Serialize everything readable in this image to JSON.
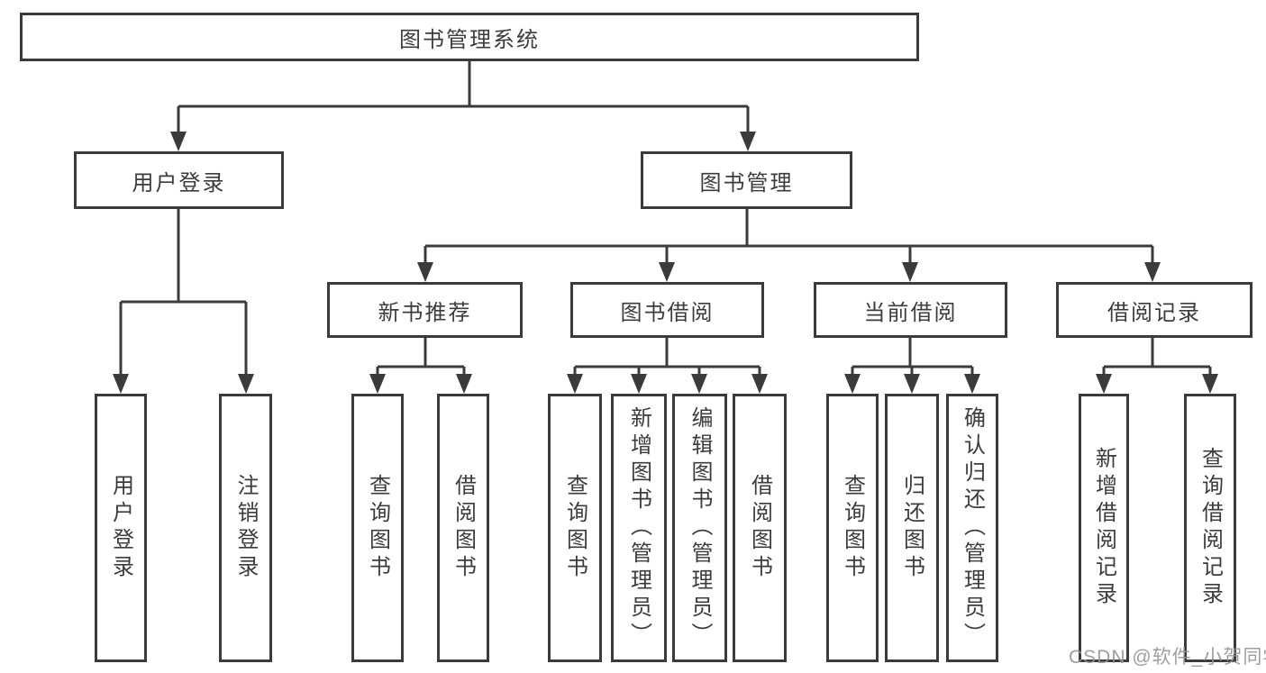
{
  "colors": {
    "line": "#3b3b3b",
    "text": "#3c3c3c",
    "background": "#ffffff",
    "watermark": "#949494"
  },
  "watermark": {
    "text": "CSDN @软件_小贺同学"
  },
  "tree": {
    "root": {
      "label": "图书管理系统"
    },
    "level1": [
      {
        "label": "用户登录",
        "parent": "图书管理系统"
      },
      {
        "label": "图书管理",
        "parent": "图书管理系统"
      }
    ],
    "level2": [
      {
        "label": "新书推荐",
        "parent": "图书管理"
      },
      {
        "label": "图书借阅",
        "parent": "图书管理"
      },
      {
        "label": "当前借阅",
        "parent": "图书管理"
      },
      {
        "label": "借阅记录",
        "parent": "图书管理"
      }
    ],
    "leaves": [
      {
        "label": "用户登录",
        "parent": "用户登录"
      },
      {
        "label": "注销登录",
        "parent": "用户登录"
      },
      {
        "label": "查询图书",
        "parent": "新书推荐"
      },
      {
        "label": "借阅图书",
        "parent": "新书推荐"
      },
      {
        "label": "查询图书",
        "parent": "图书借阅"
      },
      {
        "label": "新增图书（管理员）",
        "parent": "图书借阅"
      },
      {
        "label": "编辑图书（管理员）",
        "parent": "图书借阅"
      },
      {
        "label": "借阅图书",
        "parent": "图书借阅"
      },
      {
        "label": "查询图书",
        "parent": "当前借阅"
      },
      {
        "label": "归还图书",
        "parent": "当前借阅"
      },
      {
        "label": "确认归还（管理员）",
        "parent": "当前借阅"
      },
      {
        "label": "新增借阅记录",
        "parent": "借阅记录"
      },
      {
        "label": "查询借阅记录",
        "parent": "借阅记录"
      }
    ]
  }
}
